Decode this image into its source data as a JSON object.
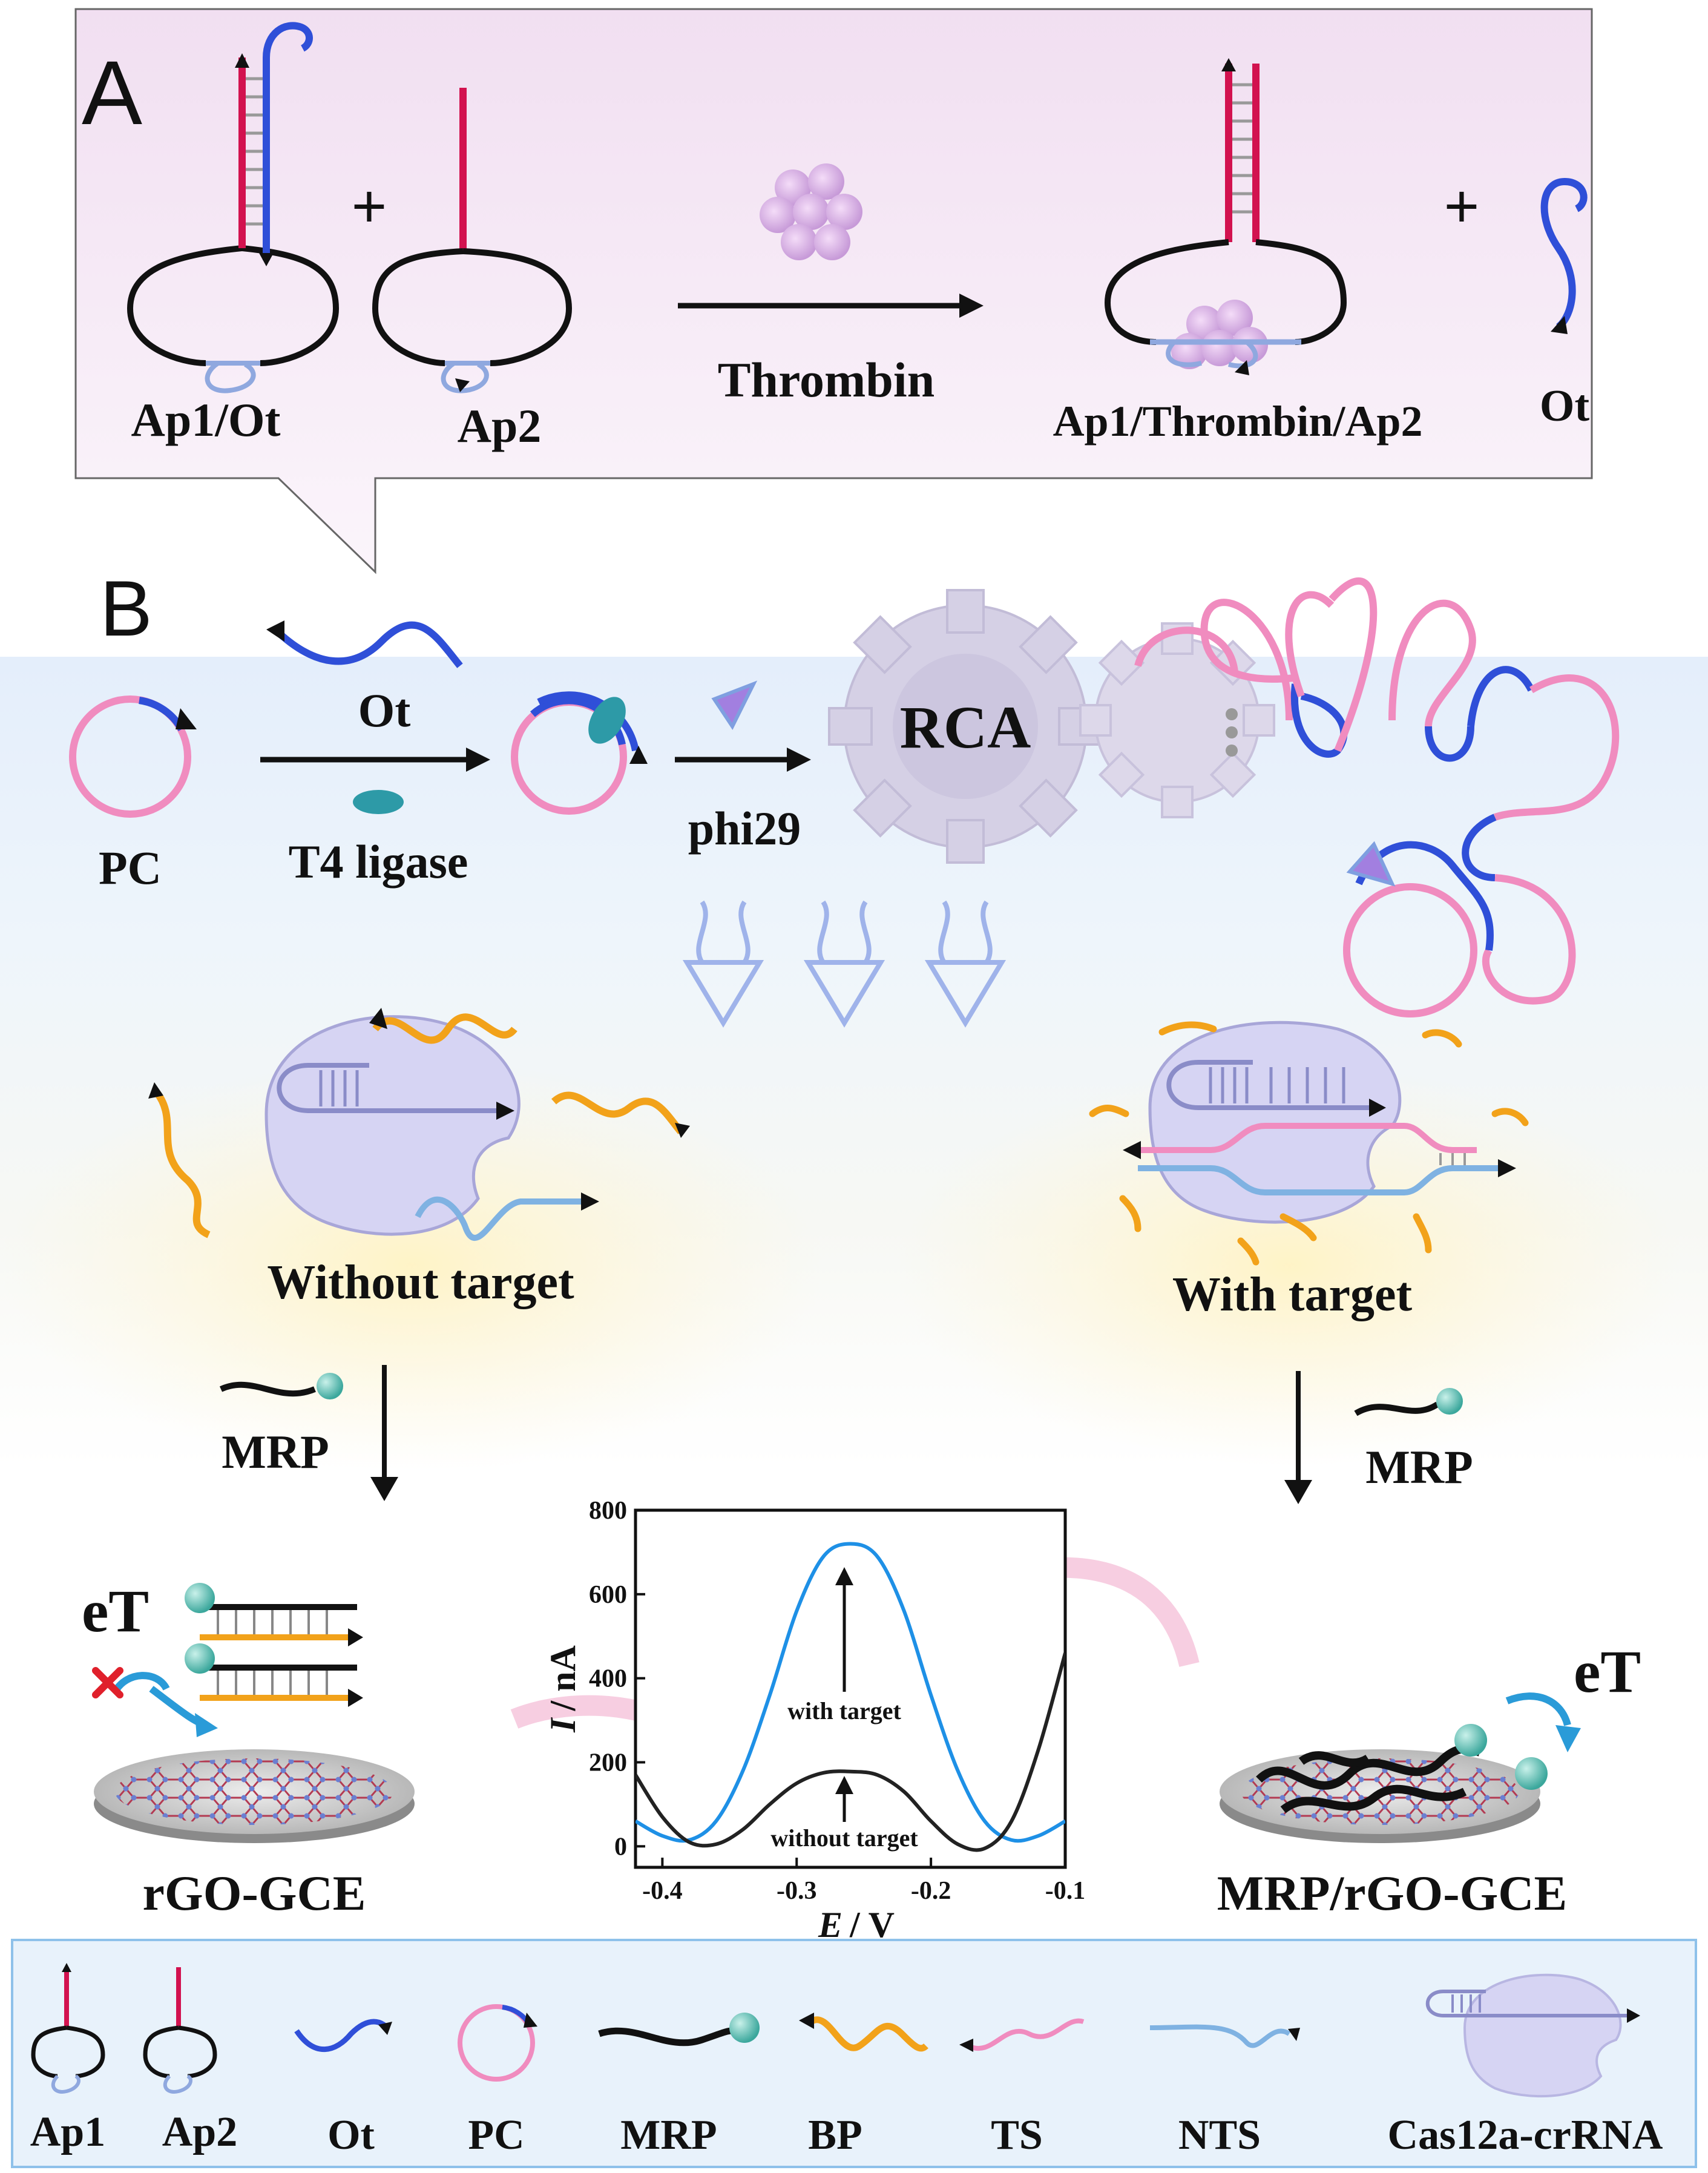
{
  "panel_a": {
    "letter": "A",
    "labels": {
      "ap1_ot": "Ap1/Ot",
      "ap2": "Ap2",
      "thrombin": "Thrombin",
      "complex": "Ap1/Thrombin/Ap2",
      "ot": "Ot"
    },
    "plus": "+"
  },
  "panel_b": {
    "letter": "B",
    "labels": {
      "ot": "Ot",
      "pc": "PC",
      "t4_ligase": "T4 ligase",
      "phi29": "phi29",
      "rca": "RCA",
      "without_target": "Without target",
      "with_target": "With target",
      "mrp_left": "MRP",
      "mrp_right": "MRP",
      "et_left": "eT",
      "et_right": "eT",
      "rgo_gce": "rGO-GCE",
      "mrp_rgo_gce": "MRP/rGO-GCE"
    }
  },
  "chart_data": {
    "type": "line",
    "xlabel_var": "E",
    "xlabel_unit": "/ V",
    "ylabel_var": "I",
    "ylabel_unit": "/ nA",
    "xlim": [
      -0.42,
      -0.1
    ],
    "ylim": [
      -50,
      800
    ],
    "xticks": [
      -0.4,
      -0.3,
      -0.2,
      -0.1
    ],
    "xtick_labels": [
      "-0.4",
      "-0.3",
      "-0.2",
      "-0.1"
    ],
    "yticks": [
      0,
      200,
      400,
      600,
      800
    ],
    "ytick_labels": [
      "0",
      "200",
      "400",
      "600",
      "800"
    ],
    "annotations": [
      "with target",
      "without target"
    ],
    "series": [
      {
        "color": "#1e90e6",
        "x": [
          -0.42,
          -0.4,
          -0.38,
          -0.36,
          -0.34,
          -0.32,
          -0.3,
          -0.28,
          -0.26,
          -0.24,
          -0.22,
          -0.2,
          -0.18,
          -0.16,
          -0.14,
          -0.12,
          -0.1
        ],
        "y": [
          60,
          25,
          15,
          60,
          180,
          360,
          560,
          690,
          720,
          690,
          560,
          360,
          180,
          60,
          15,
          25,
          60
        ]
      },
      {
        "color": "#222222",
        "x": [
          -0.42,
          -0.4,
          -0.38,
          -0.36,
          -0.34,
          -0.32,
          -0.3,
          -0.28,
          -0.26,
          -0.24,
          -0.22,
          -0.2,
          -0.18,
          -0.16,
          -0.14,
          -0.12,
          -0.1
        ],
        "y": [
          170,
          70,
          10,
          5,
          40,
          100,
          150,
          175,
          178,
          170,
          130,
          60,
          5,
          -5,
          60,
          230,
          460
        ]
      }
    ]
  },
  "legend": {
    "items": [
      "Ap1",
      "Ap2",
      "Ot",
      "PC",
      "MRP",
      "BP",
      "TS",
      "NTS",
      "Cas12a-crRNA"
    ]
  },
  "colors": {
    "ap_red": "#d2124f",
    "ot_blue": "#2f4fd8",
    "pc_pink": "#f08cbf",
    "bp_orange": "#f2a21a",
    "nts_blue": "#7fb2e2",
    "cas_purple": "#d6d4f3"
  }
}
